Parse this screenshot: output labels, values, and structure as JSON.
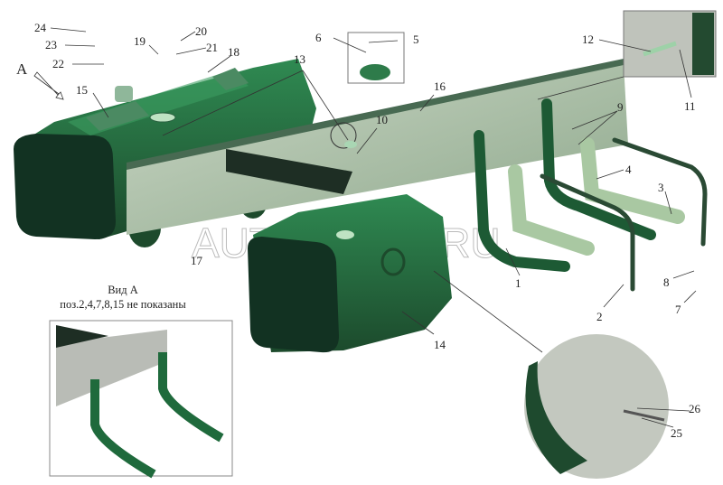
{
  "diagram": {
    "view_letter": "A",
    "caption_title": "Вид А",
    "caption_note": "поз.2,4,7,8,15 не показаны",
    "watermark": "AUTOPITER.RU",
    "colors": {
      "tank_green": "#2f8a52",
      "tank_dark": "#1c4a2c",
      "frame_gray": "#b8bcb4",
      "strap_light": "#9ec79a"
    },
    "part_labels": {
      "p1": "1",
      "p2": "2",
      "p3": "3",
      "p4": "4",
      "p5": "5",
      "p6": "6",
      "p7": "7",
      "p8": "8",
      "p9": "9",
      "p10": "10",
      "p11": "11",
      "p12": "12",
      "p13": "13",
      "p14": "14",
      "p15": "15",
      "p16": "16",
      "p17": "17",
      "p18": "18",
      "p19": "19",
      "p20": "20",
      "p21": "21",
      "p22": "22",
      "p23": "23",
      "p24": "24",
      "p25": "25",
      "p26": "26"
    }
  }
}
